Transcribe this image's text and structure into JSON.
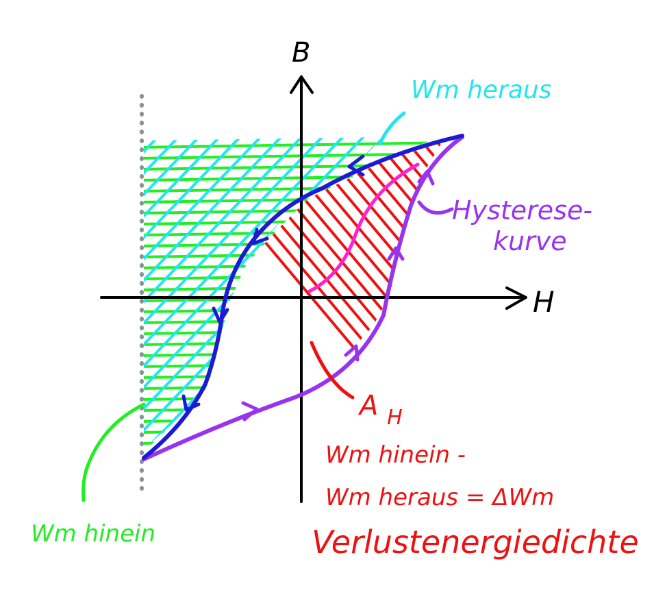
{
  "axes": {
    "y_label": "B",
    "x_label": "H"
  },
  "labels": {
    "wm_out": "Wm heraus",
    "hysteresis_line1": "Hysterese-",
    "hysteresis_line2": "kurve",
    "area_symbol": "A",
    "area_subscript": "H",
    "wm_in": "Wm hinein",
    "formula_line1": "Wm hinein -",
    "formula_line2": "Wm heraus = ΔWm",
    "loss_title": "Verlustenergiedichte"
  },
  "colors": {
    "axis": "#000000",
    "green": "#22ee22",
    "cyan": "#22e5f0",
    "red": "#ee1111",
    "blue": "#1a1ad8",
    "purple": "#9933ee",
    "magenta": "#ff22cc",
    "dots": "#8a9199"
  }
}
